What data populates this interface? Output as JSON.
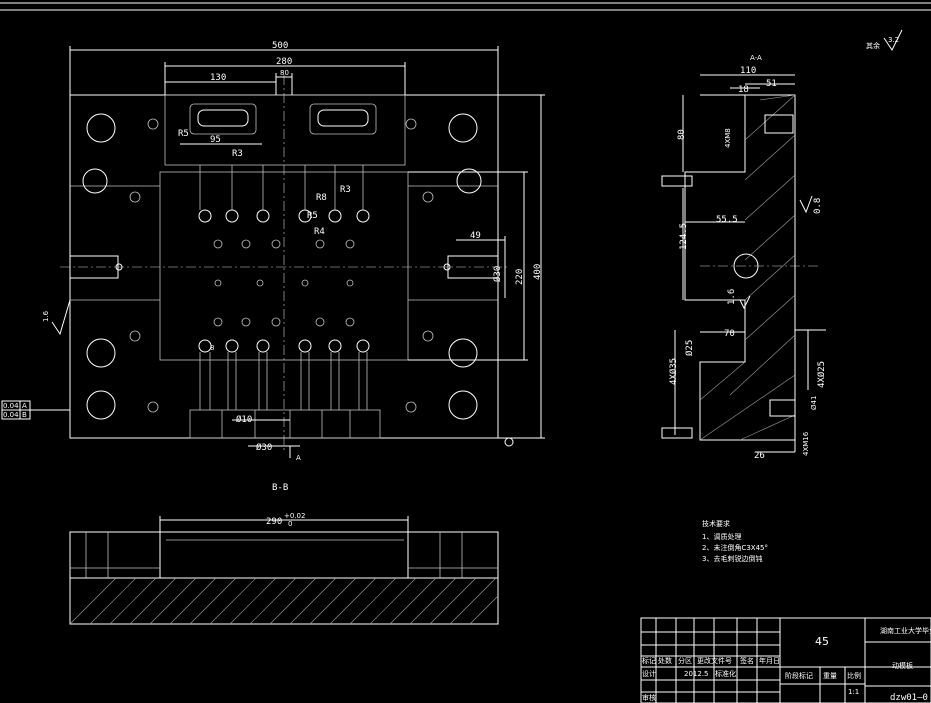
{
  "dimensions": {
    "overall_width": "500",
    "cavity_width": "280",
    "offset_130": "130",
    "offset_80": "80",
    "slot_95": "95",
    "radius_r5_left": "R5",
    "radius_r3_left": "R3",
    "dim_49": "49",
    "dia_30": "Ø30",
    "dim_220": "220",
    "overall_height": "400",
    "radius_r8": "R8",
    "radius_r5": "R5",
    "radius_r4": "R4",
    "radius_r3": "R3",
    "dia_10": "Ø10",
    "dia_30_bottom": "Ø30",
    "cut_mark_a": "A",
    "surface_16_left": "1.6",
    "small_mark_8": "8"
  },
  "sections": {
    "bb_label": "B-B",
    "bb_width": "290",
    "bb_tol_upper": "+0.02",
    "bb_tol_lower": "0",
    "aa_label": "A-A",
    "aa_110": "110",
    "aa_18": "18",
    "aa_51": "51",
    "aa_80": "80",
    "aa_4xm8": "4XM8",
    "aa_555": "55.5",
    "aa_1245": "124.5",
    "aa_16": "1.6",
    "aa_08": "0.8",
    "aa_70": "70",
    "aa_25": "Ø25",
    "aa_4xm35": "4XØ35",
    "aa_4xm25": "4XØ25",
    "aa_41": "Ø41",
    "aa_4xm16": "4XM16",
    "aa_26": "26"
  },
  "roughness": {
    "label": "其余",
    "value": "3.2"
  },
  "tolerance_frame": {
    "row1_value": "0.04",
    "row1_datum": "A",
    "row2_value": "0.04",
    "row2_datum": "B"
  },
  "notes": {
    "title": "技术要求",
    "items": [
      "1、调质处理",
      "2、未注倒角C3X45°",
      "3、去毛刺锐边倒钝"
    ]
  },
  "title_block": {
    "material": "45",
    "school": "湖南工业大学毕业设计",
    "part_name": "动模板",
    "drawing_no": "dzw01—0",
    "scale": "1:1",
    "row_labels": [
      "标记",
      "处数",
      "分区",
      "更改文件号",
      "签名",
      "年月日"
    ],
    "design_label": "设计",
    "design_date": "2012.5",
    "std_label": "标准化",
    "review_label": "审核",
    "stage_label": "阶段标记",
    "weight_label": "重量",
    "ratio_label": "比例"
  }
}
